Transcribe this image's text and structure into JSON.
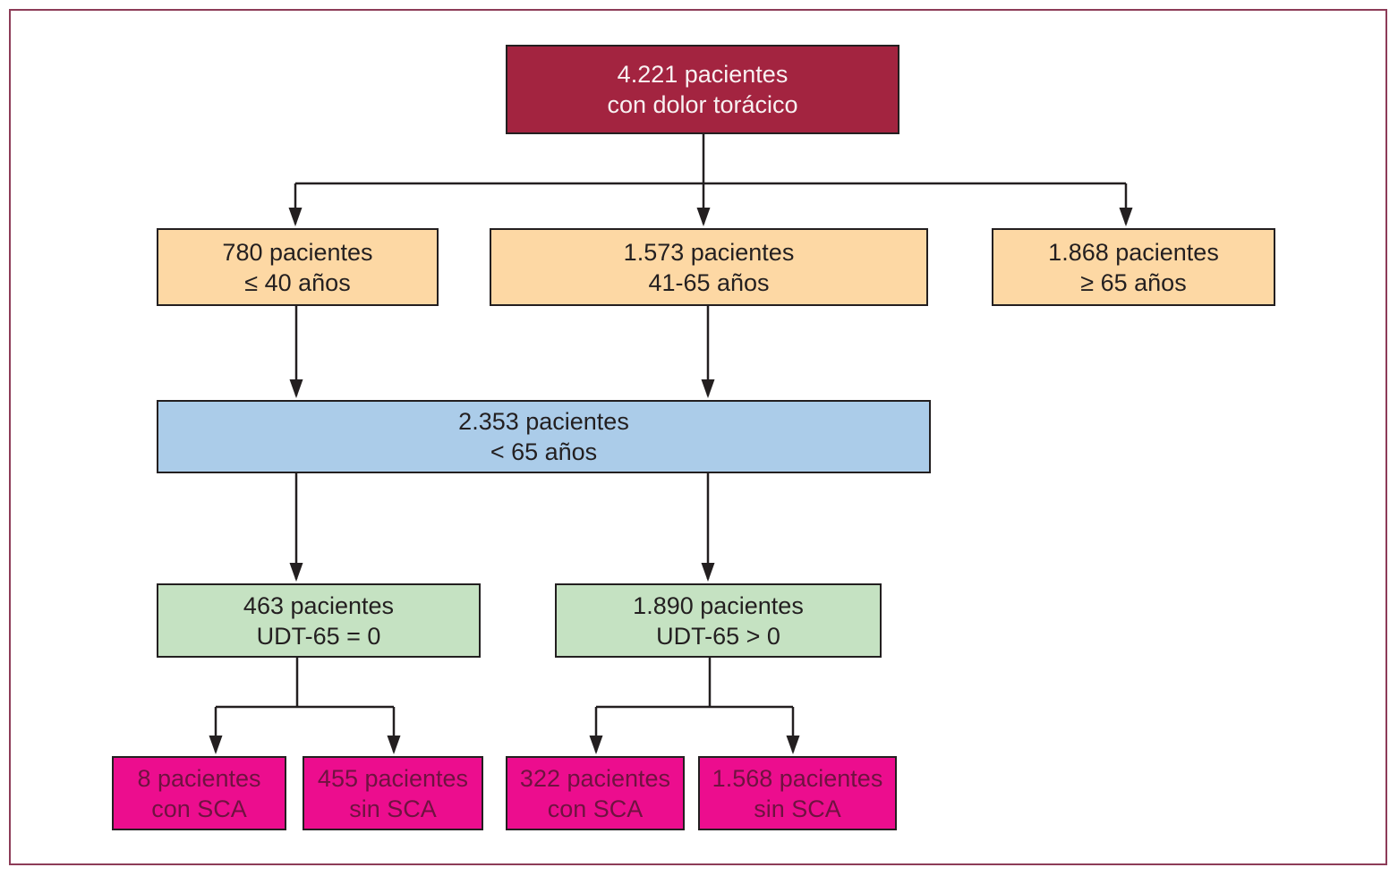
{
  "figure": {
    "language": "es",
    "nodes": {
      "root": {
        "line1": "4.221 pacientes",
        "line2": "con dolor torácico"
      },
      "age_le40": {
        "line1": "780 pacientes",
        "line2": "≤ 40 años"
      },
      "age_41_65": {
        "line1": "1.573 pacientes",
        "line2": "41-65 años"
      },
      "age_ge65": {
        "line1": "1.868 pacientes",
        "line2": "≥ 65 años"
      },
      "under65": {
        "line1": "2.353 pacientes",
        "line2": "< 65 años"
      },
      "udt_eq0": {
        "line1": "463 pacientes",
        "line2": "UDT-65 = 0"
      },
      "udt_gt0": {
        "line1": "1.890 pacientes",
        "line2": "UDT-65 > 0"
      },
      "sca_with_udt0": {
        "line1": "8 pacientes",
        "line2": "con SCA"
      },
      "sca_without_udt0": {
        "line1": "455 pacientes",
        "line2": "sin SCA"
      },
      "sca_with_udtgt": {
        "line1": "322 pacientes",
        "line2": "con SCA"
      },
      "sca_without_udtgt": {
        "line1": "1.568 pacientes",
        "line2": "sin SCA"
      }
    },
    "edges": [
      {
        "from": "root",
        "to": "age_le40"
      },
      {
        "from": "root",
        "to": "age_41_65"
      },
      {
        "from": "root",
        "to": "age_ge65"
      },
      {
        "from": "age_le40",
        "to": "under65"
      },
      {
        "from": "age_41_65",
        "to": "under65"
      },
      {
        "from": "under65",
        "to": "udt_eq0"
      },
      {
        "from": "under65",
        "to": "udt_gt0"
      },
      {
        "from": "udt_eq0",
        "to": "sca_with_udt0"
      },
      {
        "from": "udt_eq0",
        "to": "sca_without_udt0"
      },
      {
        "from": "udt_gt0",
        "to": "sca_with_udtgt"
      },
      {
        "from": "udt_gt0",
        "to": "sca_without_udtgt"
      }
    ],
    "colors": {
      "root_bg": "#a32440",
      "age_bg": "#fdd8a4",
      "combined_bg": "#abcce9",
      "udt_bg": "#c5e2c2",
      "sca_bg": "#ec0d8e",
      "frame_border": "#8d3c58",
      "line": "#231f20"
    }
  }
}
